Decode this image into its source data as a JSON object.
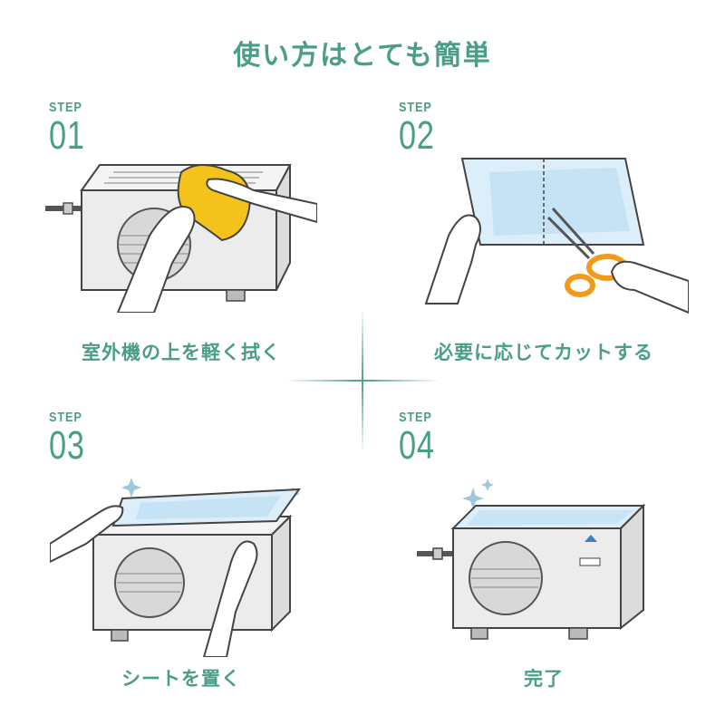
{
  "title": "使い方はとても簡単",
  "colors": {
    "accent": "#4a9e88",
    "cloth": "#f3c21b",
    "sheet": "#bfe0f4",
    "scissors": "#f39a1e"
  },
  "steps": [
    {
      "label": "STEP",
      "number": "01",
      "caption": "室外機の上を軽く拭く"
    },
    {
      "label": "STEP",
      "number": "02",
      "caption": "必要に応じてカットする"
    },
    {
      "label": "STEP",
      "number": "03",
      "caption": "シートを置く"
    },
    {
      "label": "STEP",
      "number": "04",
      "caption": "完了"
    }
  ]
}
